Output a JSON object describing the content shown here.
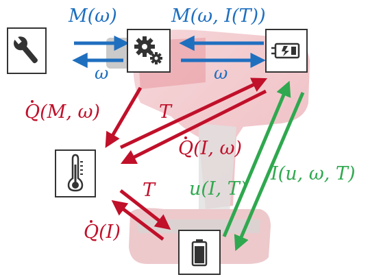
{
  "colors": {
    "mechanical": "#1f6fbf",
    "thermal": "#c0102a",
    "electrical": "#2fa84f",
    "box_border": "#333333"
  },
  "nodes": {
    "tool": {
      "icon": "wrench-icon"
    },
    "gearbox": {
      "icon": "gears-icon"
    },
    "motor": {
      "icon": "motor-icon"
    },
    "thermal_mass": {
      "icon": "thermometer-icon"
    },
    "battery": {
      "icon": "battery-icon"
    }
  },
  "labels": {
    "torque_top": "M(ω)",
    "omega_left": "ω",
    "torque_motor": "M(ω, I(T))",
    "omega_right": "ω",
    "q_mw_base": "Q",
    "q_mw_args": "(M, ω)",
    "t_upper": "T",
    "q_iw_base": "Q",
    "q_iw_args": "(I, ω)",
    "t_lower": "T",
    "u_it": "u(I, T)",
    "q_i_base": "Q",
    "q_i_args": "(I)",
    "i_uwt": "I(u, ω, T)"
  }
}
